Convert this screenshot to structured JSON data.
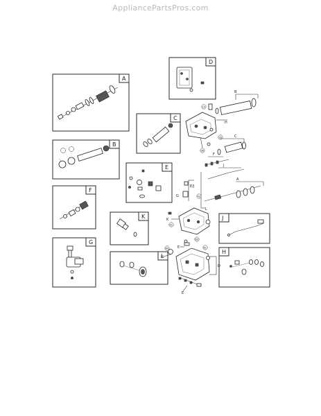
{
  "site": {
    "watermark": "AppliancePartsPros.com"
  },
  "inset_labels": [
    "A",
    "B",
    "C",
    "D",
    "E",
    "F",
    "G",
    "H",
    "J",
    "K",
    "L"
  ],
  "callouts": {
    "A": "A",
    "B": "B",
    "C": "C",
    "D": "D",
    "E": "E",
    "F": "F",
    "G": "G",
    "H": "H",
    "J": "J",
    "K": "K",
    "L": "L",
    "E_J": "E/J"
  },
  "bubbles": {
    "b19": "19",
    "b35": "35",
    "b36": "36",
    "b41": "41",
    "b43": "43",
    "b61": "61",
    "b63": "63",
    "b64": "64"
  }
}
